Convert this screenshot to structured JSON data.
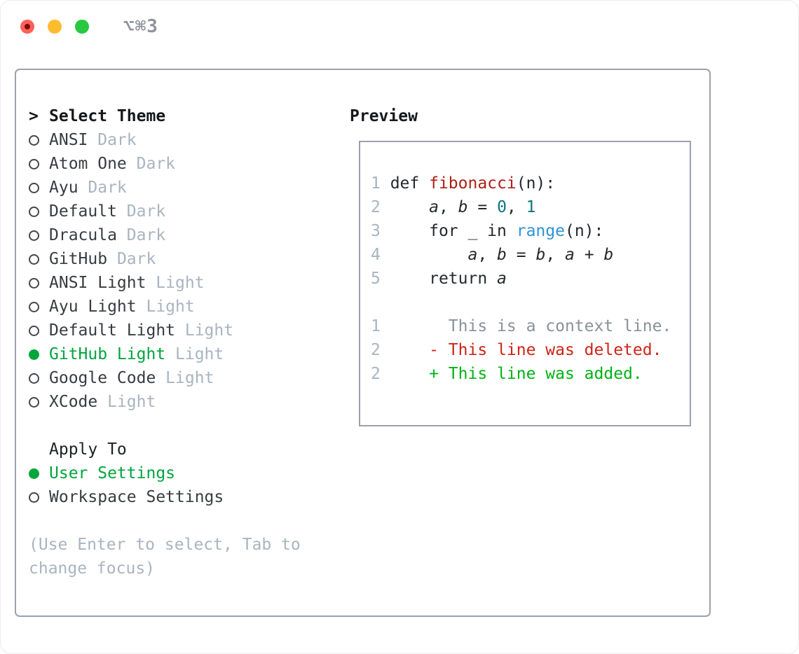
{
  "titlebar": {
    "shortcut": "⌥⌘3"
  },
  "colors": {
    "selected_green": "#00a53c",
    "added_green": "#00b315",
    "deleted_red": "#cf2318",
    "function_red": "#ae2015",
    "number_teal": "#0e7680",
    "builtin_blue": "#2e95d3",
    "muted_gray": "#a9b4c0",
    "border_gray": "#9aa2ac",
    "traffic_red": "#ff5f57",
    "traffic_yellow": "#febc2e",
    "traffic_green": "#28c840"
  },
  "selector": {
    "prefix": ">",
    "title": "Select Theme",
    "items": [
      {
        "name": "ANSI",
        "variant": "Dark",
        "selected": false
      },
      {
        "name": "Atom One",
        "variant": "Dark",
        "selected": false
      },
      {
        "name": "Ayu",
        "variant": "Dark",
        "selected": false
      },
      {
        "name": "Default",
        "variant": "Dark",
        "selected": false
      },
      {
        "name": "Dracula",
        "variant": "Dark",
        "selected": false
      },
      {
        "name": "GitHub",
        "variant": "Dark",
        "selected": false
      },
      {
        "name": "ANSI Light",
        "variant": "Light",
        "selected": false
      },
      {
        "name": "Ayu Light",
        "variant": "Light",
        "selected": false
      },
      {
        "name": "Default Light",
        "variant": "Light",
        "selected": false
      },
      {
        "name": "GitHub Light",
        "variant": "Light",
        "selected": true
      },
      {
        "name": "Google Code",
        "variant": "Light",
        "selected": false
      },
      {
        "name": "XCode",
        "variant": "Light",
        "selected": false
      }
    ]
  },
  "apply_to": {
    "title": "Apply To",
    "items": [
      {
        "name": "User Settings",
        "selected": true
      },
      {
        "name": "Workspace Settings",
        "selected": false
      }
    ]
  },
  "hint": "(Use Enter to select, Tab to change focus)",
  "preview": {
    "title": "Preview",
    "code_lines": [
      {
        "num": "1",
        "segments": [
          {
            "text": "def ",
            "style": "plain"
          },
          {
            "text": "fibonacci",
            "style": "function"
          },
          {
            "text": "(n):",
            "style": "plain"
          }
        ]
      },
      {
        "num": "2",
        "segments": [
          {
            "text": "    ",
            "style": "plain"
          },
          {
            "text": "a",
            "style": "variable"
          },
          {
            "text": ", ",
            "style": "plain"
          },
          {
            "text": "b",
            "style": "variable"
          },
          {
            "text": " = ",
            "style": "plain"
          },
          {
            "text": "0",
            "style": "number"
          },
          {
            "text": ", ",
            "style": "plain"
          },
          {
            "text": "1",
            "style": "number"
          }
        ]
      },
      {
        "num": "3",
        "segments": [
          {
            "text": "    for _ in ",
            "style": "plain"
          },
          {
            "text": "range",
            "style": "builtin"
          },
          {
            "text": "(n):",
            "style": "plain"
          }
        ]
      },
      {
        "num": "4",
        "segments": [
          {
            "text": "        ",
            "style": "plain"
          },
          {
            "text": "a",
            "style": "variable"
          },
          {
            "text": ", ",
            "style": "plain"
          },
          {
            "text": "b",
            "style": "variable"
          },
          {
            "text": " = ",
            "style": "plain"
          },
          {
            "text": "b",
            "style": "variable"
          },
          {
            "text": ", ",
            "style": "plain"
          },
          {
            "text": "a",
            "style": "variable"
          },
          {
            "text": " + ",
            "style": "plain"
          },
          {
            "text": "b",
            "style": "variable"
          }
        ]
      },
      {
        "num": "5",
        "segments": [
          {
            "text": "    return ",
            "style": "plain"
          },
          {
            "text": "a",
            "style": "variable"
          }
        ]
      }
    ],
    "diff_lines": [
      {
        "num": "1",
        "segments": [
          {
            "text": "      This is a context line.",
            "style": "context"
          }
        ]
      },
      {
        "num": "2",
        "segments": [
          {
            "text": "    - This line was deleted.",
            "style": "deleted"
          }
        ]
      },
      {
        "num": "2",
        "segments": [
          {
            "text": "    + This line was added.",
            "style": "added"
          }
        ]
      }
    ]
  }
}
